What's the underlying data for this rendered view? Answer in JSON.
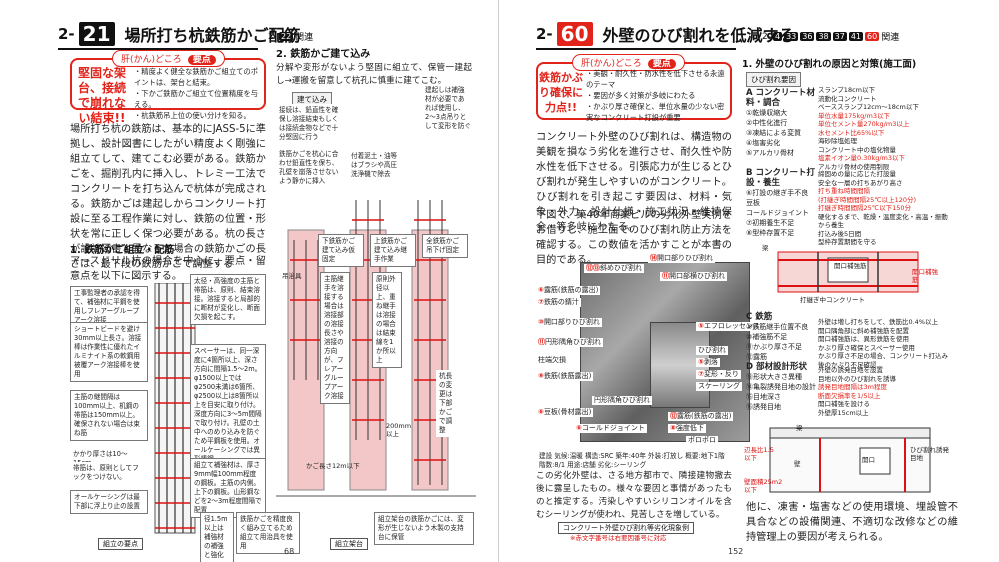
{
  "left": {
    "section": "2-",
    "number": "21",
    "title": "場所打ち杭鉄筋かご配筋",
    "related": {
      "prefix": "2-",
      "refs": [
        "22"
      ],
      "suffix": "関連"
    },
    "kanme": {
      "tag": "肝(かん)どころ",
      "tag_point": "要点",
      "popup": "堅固な架台、接続で崩れない結束!!",
      "points": [
        "・精度よく健全な鉄筋かご組立てのポイントは、架台と結束。",
        "・下かご鉄筋かご組立て位置精度を与える。",
        "・杭鉄筋吊上位の使い分けを知る。"
      ]
    },
    "intro": "場所打ち杭の鉄筋は、基本的にJASS-5に準拠し、設計図書にしたがい精度よく剛強に組立てして、建てこむ必要がある。鉄筋かごを、掘削孔内に挿入し、トレミー工法でコンクリートを打ち込んで杭体が完成される。鉄筋かごは建起しからコンクリート打設に至る工程作業に対し、鉄筋の位置・形状を常に正しく保つ必要がある。杭の長さが設計図書と異なった場合の鉄筋かごの長さは、最下段の鉄筋かごで調整する",
    "sub1": "1. 鉄筋かご組立・配筋",
    "sub1_text": "アースドリル杭の場合を中心に、要点・留意点を以下に図示する。",
    "notes": {
      "n1": "工事監理者の承認を得て、補強材に平鋼を使用しフレアーグループアーク溶接",
      "n2": "ショートビードを避け30mm以上長さ。溶接棒は作業性に優れたイルミナイト系の軟鋼用被覆アーク溶接棒を使用",
      "n3": "主筋の継間隔は100mm以上、机鋼の帯筋は150mm以上。確保されない場合は束ね筋",
      "n4": "かかり厚さは10〜15cm",
      "n5": "帯筋は、原則としてフックをつけない。",
      "n6": "オールケーシングは最下部に浮上り止の設置",
      "n7": "太径・高強度の主筋と帯筋は、原則、結束溶接。溶接すると局部的に断材が変化し、断面欠損を起こす。",
      "n8": "スペーサーは、同一深度に4箇所以上、深さ方向に間隔1.5〜2m。φ1500以上ではφ2500未満は6箇所、φ2500以上は8箇所以上を目安に取り付け。深度方向に3〜5m間隔で取り付け。孔壁の土中へのめり込みを防ぐため平鋼板を使用。オールケーシングでは異形棒鋼。",
      "n9": "組立て補強材は、厚さ9mm幅100mm程度の鋼板。主筋の内側。上下の鋼板。山形鋼などを2〜3m程度間隔で配置",
      "n10": "径1.5m以上は補強材の補強と強化",
      "n11": "鉄筋かごを精度良く組み立てるため組立て用治具を使用"
    },
    "sub2": "2. 鉄筋かご建て込み",
    "sub2_text": "分解や変形がないよう堅固に組立て、保管一建起し→運搬を留意して杭孔に慎重に建てこむ。",
    "build": {
      "label": "建て込み",
      "n1": "接続は、鉛直性を確保し溶接結束もしくは接続金物などで十分堅固に行う",
      "n2": "鉄筋かごを杭心に合わせ鉛直性を保ち、孔壁を崩落させないよう静かに挿入",
      "n3": "建起しは補強材が必要であれば使用し、2〜3点吊りとして変形を防ぐ",
      "n4": "付着泥土・油等はブラシや高圧洗浄機で除去",
      "tags": [
        "下鉄筋かご建て込み仮固定",
        "上鉄筋かご建て込み継手作業",
        "全鉄筋かご吊下げ固定"
      ],
      "clamp": "吊治具",
      "b1": "主筋継手を溶接する場合は溶接部の溶接長さや溶接の方向が、フレアーグループアーク溶接",
      "b2": "原則外径以上、重ね継手は溶接の場合は結束線を1か所以上",
      "b3": "杭長の変更は下部かごで調整",
      "b4": "200mm以上"
    },
    "bottom_labels": [
      "組立架台",
      "組立架台"
    ],
    "span": "かご長さ12m以下",
    "caption_l": "組立の要点",
    "caption_r": "組立架台",
    "side_note": "組立架台の鉄筋かごには、変形が生じないよう木製の支持台に保管",
    "page": "68"
  },
  "right": {
    "section": "2-",
    "number": "60",
    "title": "外壁のひび割れを低減する",
    "related": {
      "prefix": "2-",
      "refs": [
        "4",
        "33",
        "36",
        "38",
        "37",
        "41",
        "60"
      ],
      "suffix": "関連"
    },
    "kanme": {
      "tag": "肝(かん)どころ",
      "tag_point": "要点",
      "popup": "鉄筋かぶり確保に力点!!",
      "points": [
        "・美観・耐久性・防水性を低下させる永遠のテーマ",
        "・要因が多く対策が多岐にわたる",
        "・かぶり厚さ確保と、単位水量の少ない密実なコンクリート打設が重要"
      ]
    },
    "intro": "コンクリート外壁のひび割れは、構造物の美観を損なう劣化を進行させ、耐久性や防水性を低下させる。引張応力が生じるとひび割れが発生しやすいのがコンクリート。ひび割れを引き起こす要因は、材料・気象・外力、設計仕様・施工状況・維持保全・等多岐にわたる。",
    "intro2": "下図で、築40年商業ビルの劣化外壁実例をお借りし、施工面でのひび割れ防止方法を確認する。この数値を活かすことが本書の目的である。",
    "photo_labels": [
      "開口部りひび割れ",
      "斜めひび割れ",
      "露筋(鉄筋の露出)",
      "鉄筋の錆汁",
      "開口部りひび割れ",
      "開口部横ひび割れ",
      "円形隅角ひび割れ",
      "柱端欠損",
      "鉄筋(鉄筋露出)",
      "豆板(骨材露出)",
      "コールドジョイント",
      "露筋(鉄筋の露出)",
      "強度低下",
      "ポロポロ",
      "エフロレッセンス",
      "ひび割れ",
      "剥落",
      "変形・反り",
      "スケーリング",
      "円形隅角ひび割れ"
    ],
    "spec": "建設 気候:温暖 構造:SRC 築年:40年 外装:打放し 概要:地下1階 階数:8/1 用途:店舗 劣化:シーリング",
    "sm_text": "この劣化外壁は、さる地方都市で、隣接建物撤去後に露呈したもの。様々な要因と事情があったものと推定する。汚染しやすいシリコンオイルを含むシーリングが使われ、見苦しさを増している。",
    "photo_caption": "コンクリート外壁ひび割れ等劣化現象例",
    "photo_note": "※赤文字番号は右要因番号に対応",
    "sub1": "1. 外壁のひび割れの原因と対策(施工面)",
    "cause_tag": "ひび割れ要因",
    "A": {
      "head": "A コンクリート材料・調合",
      "items": [
        "①乾燥収縮大",
        "②中性化進行",
        "③凍結による変質",
        "④塩害劣化",
        "⑤アルカリ骨材"
      ]
    },
    "A_right": [
      "スランプ18cm以下",
      "流動化コンクリート",
      "ベーススランプ12cm〜18cm以下",
      "単位水量175kg/m3以下",
      "単位セメント量270kg/m3以上",
      "水セメント比65%以下",
      "海砂除塩処理",
      "コンクリート中の塩化物量",
      "塩素イオン量0.30kg/m3以下",
      "アルカリ骨材の使用制限"
    ],
    "B": {
      "head": "B コンクリート打設・養生",
      "items": [
        "⑥打設の継ぎ手不良",
        "豆板",
        "コールドジョイント",
        "⑦初期養生不足",
        "⑧型枠存置不足"
      ]
    },
    "B_right": [
      "締固めの量に応じた打設量",
      "安全な一層の打ちあがり高さ",
      "打ち重ね時間間隔",
      "(打継ぎ時間間隔25℃以上120分)",
      "打継ぎ時間間隔25℃以下150分",
      "硬化するまで、乾燥・温度変化・高温・振動から養生",
      "打込み後5日間",
      "型枠存置期間を守る"
    ],
    "fig1": {
      "left": "梁",
      "center": "開口補強筋",
      "right": "開口補強筋",
      "bottom": "打継ぎ中コンクリート"
    },
    "C": {
      "head": "C 鉄筋",
      "items": [
        "⑨鉄筋継手位置不良",
        "⑩補強筋不足",
        "⑪かぶり厚さ不足",
        "⑫露筋"
      ]
    },
    "C_right": [
      "外壁は増し打ちをして、鉄筋比0.4%以上",
      "開口隅角部に斜め補強筋を配置",
      "開口補強筋は、異形鉄筋を使用",
      "かぶり厚さ確保とスペーサー使用",
      "かぶり厚さ不足の場合、コンクリート打込み後のかぶり不足確認"
    ],
    "D": {
      "head": "D 部材設計形状",
      "items": [
        "⑬形状大きさ異種",
        "⑭亀裂誘発目地の設計",
        "⑮目地深さ",
        "⑯誘発目地"
      ]
    },
    "D_right": [
      "外壁の誘発目地を設置",
      "目地以外のひび割れを誘導",
      "誘発目地間隔は3m程度",
      "断面欠損率を1/5以上",
      "開口補強を設ける",
      "外壁厚15cm以上"
    ],
    "fig2": {
      "wall": "壁",
      "opening": "開口",
      "beam": "梁",
      "inducing": "ひび割れ誘発目地",
      "length": "辺長比1.5以下",
      "section": "壁面積25m2以下"
    },
    "closing": "他に、凍害・塩害などの使用環境、埋設管不具合などの設備関連、不適切な改修などの維持管理上の要因が考えられる。",
    "page": "152"
  }
}
